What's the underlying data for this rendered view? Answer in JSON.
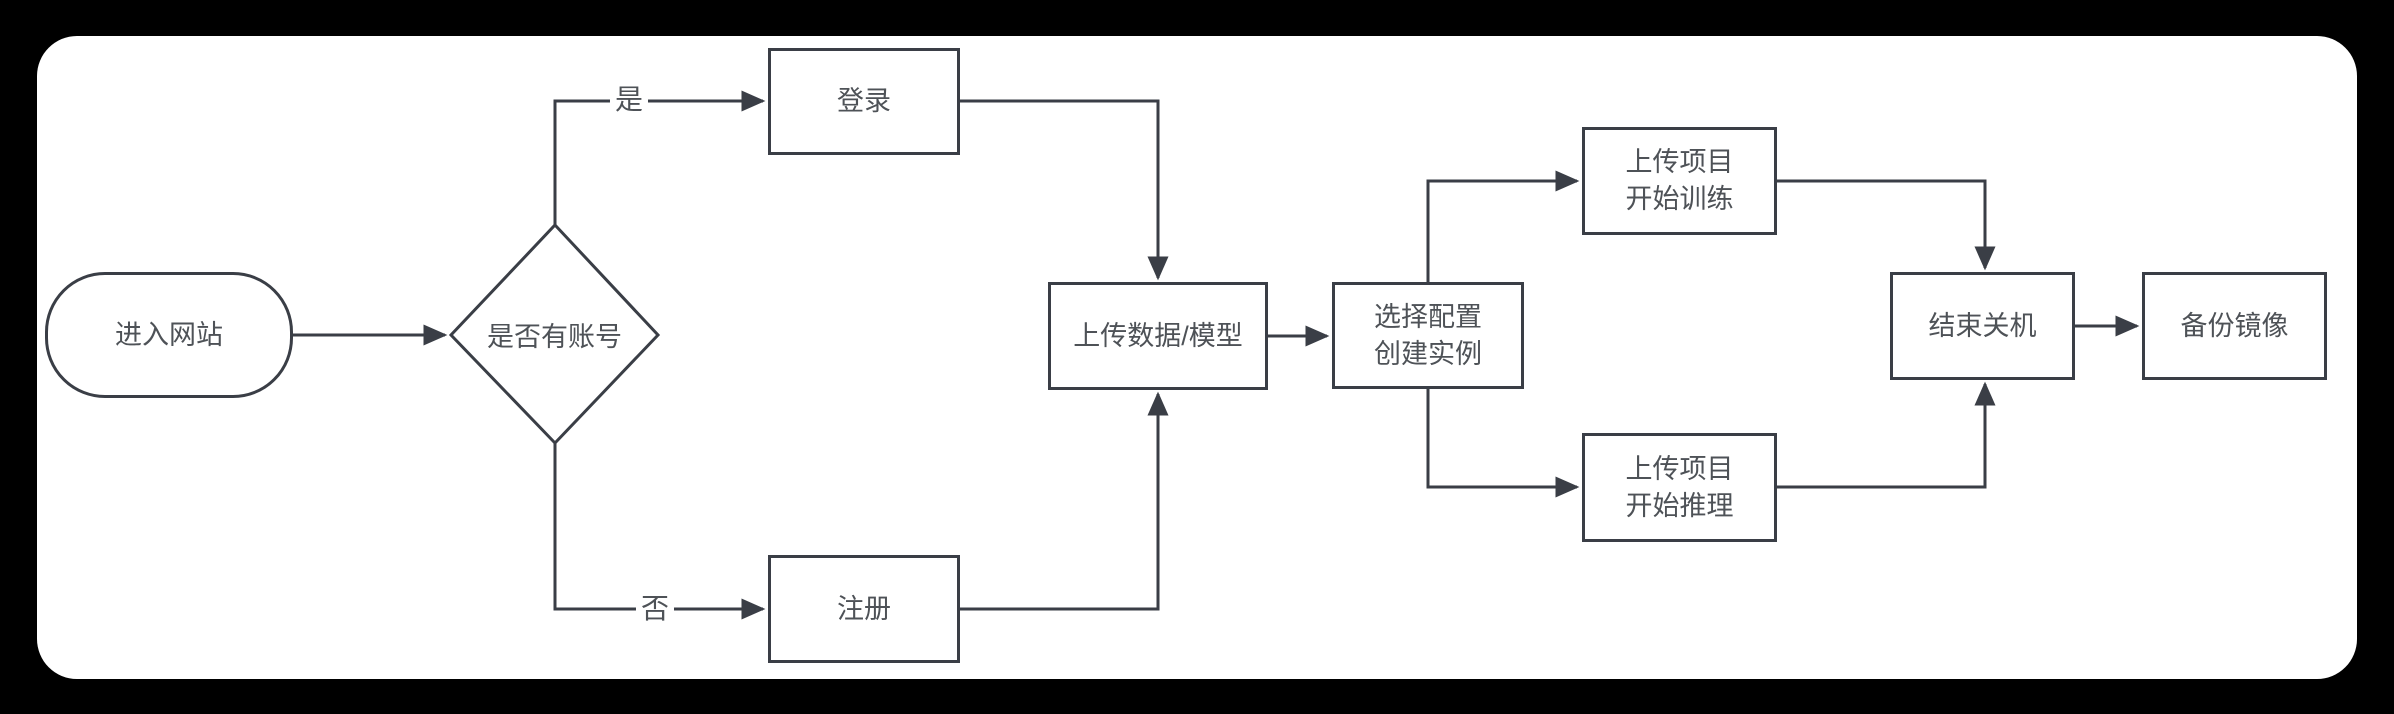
{
  "diagram": {
    "type": "flowchart",
    "background_color": "#000000",
    "canvas_color": "#ffffff",
    "stroke_color": "#3a3e46",
    "text_color": "#4e5257"
  },
  "nodes": {
    "start": {
      "label": "进入网站",
      "shape": "stadium"
    },
    "decision": {
      "label": "是否有账号",
      "shape": "diamond"
    },
    "login": {
      "label": "登录",
      "shape": "rect"
    },
    "register": {
      "label": "注册",
      "shape": "rect"
    },
    "upload_data": {
      "label": "上传数据/模型",
      "shape": "rect"
    },
    "create_instance": {
      "label": "选择配置\n创建实例",
      "shape": "rect"
    },
    "train": {
      "label": "上传项目\n开始训练",
      "shape": "rect"
    },
    "infer": {
      "label": "上传项目\n开始推理",
      "shape": "rect"
    },
    "shutdown": {
      "label": "结束关机",
      "shape": "rect"
    },
    "backup": {
      "label": "备份镜像",
      "shape": "rect"
    }
  },
  "edges": [
    {
      "from": "start",
      "to": "decision",
      "label": ""
    },
    {
      "from": "decision",
      "to": "login",
      "label": "是"
    },
    {
      "from": "decision",
      "to": "register",
      "label": "否"
    },
    {
      "from": "login",
      "to": "upload_data",
      "label": ""
    },
    {
      "from": "register",
      "to": "upload_data",
      "label": ""
    },
    {
      "from": "upload_data",
      "to": "create_instance",
      "label": ""
    },
    {
      "from": "create_instance",
      "to": "train",
      "label": ""
    },
    {
      "from": "create_instance",
      "to": "infer",
      "label": ""
    },
    {
      "from": "train",
      "to": "shutdown",
      "label": ""
    },
    {
      "from": "infer",
      "to": "shutdown",
      "label": ""
    },
    {
      "from": "shutdown",
      "to": "backup",
      "label": ""
    }
  ]
}
